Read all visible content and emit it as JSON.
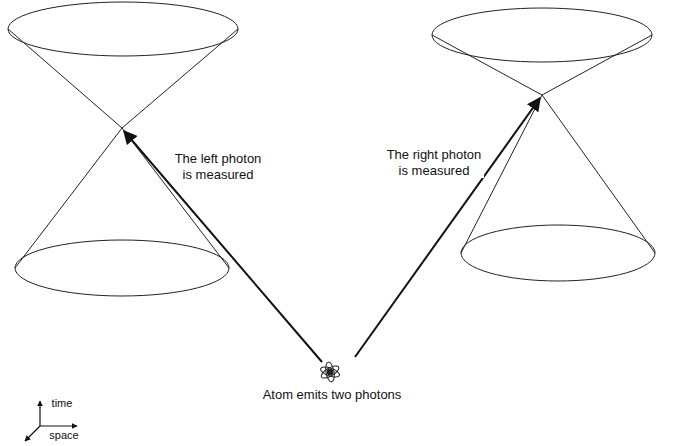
{
  "diagram": {
    "labels": [
      "The left photon is measured",
      "The right photon is measured",
      "Atom emits two photons",
      "time",
      "space"
    ]
  }
}
